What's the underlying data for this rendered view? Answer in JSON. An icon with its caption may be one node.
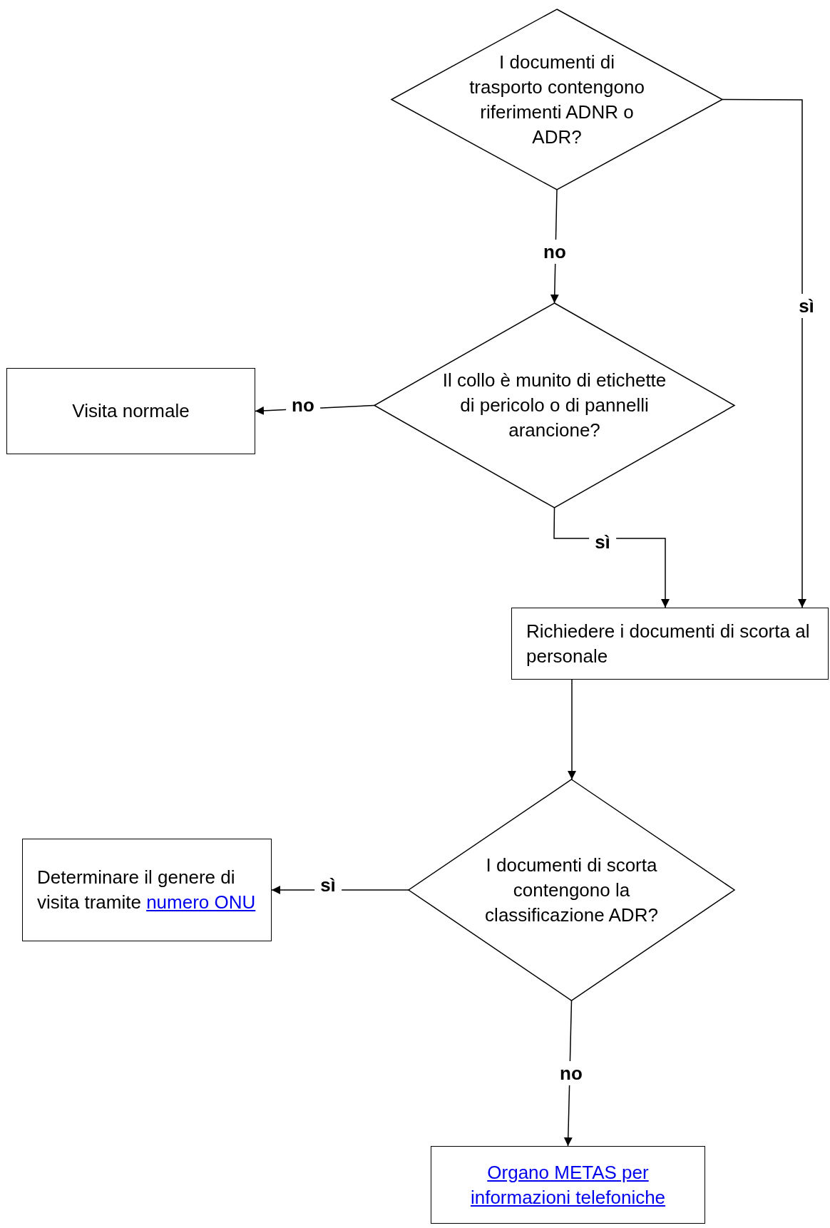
{
  "diagram": {
    "nodes": [
      {
        "text": [
          "I documenti di trasporto contengono riferimenti ADNR o ADR?"
        ]
      },
      {
        "text": [
          "Il collo è munito di etichette di pericolo o di pannelli arancione?"
        ]
      },
      {
        "text": [
          "Visita normale"
        ]
      },
      {
        "text": [
          "Richiedere i documenti di scorta al personale"
        ]
      },
      {
        "text": [
          "I documenti di scorta contengono la classificazione ADR?"
        ]
      },
      {
        "text": [
          "Determinare il genere di visita tramite",
          "numero ONU"
        ]
      },
      {
        "text": [
          "Organo METAS per informazioni telefoniche"
        ]
      }
    ],
    "edges": [
      {
        "from": 0,
        "to": 1,
        "arrow": "to",
        "label": "no"
      },
      {
        "from": 1,
        "to": 2,
        "arrow": "to",
        "label": "no"
      },
      {
        "from": 1,
        "to": 3,
        "arrow": "to",
        "label": "sì"
      },
      {
        "from": 0,
        "to": 3,
        "arrow": "to",
        "label": "sì"
      },
      {
        "from": 3,
        "to": 4,
        "arrow": "to"
      },
      {
        "from": 4,
        "to": 5,
        "arrow": "to",
        "label": "sì"
      },
      {
        "from": 4,
        "to": 6,
        "arrow": "to",
        "label": "no"
      }
    ]
  }
}
